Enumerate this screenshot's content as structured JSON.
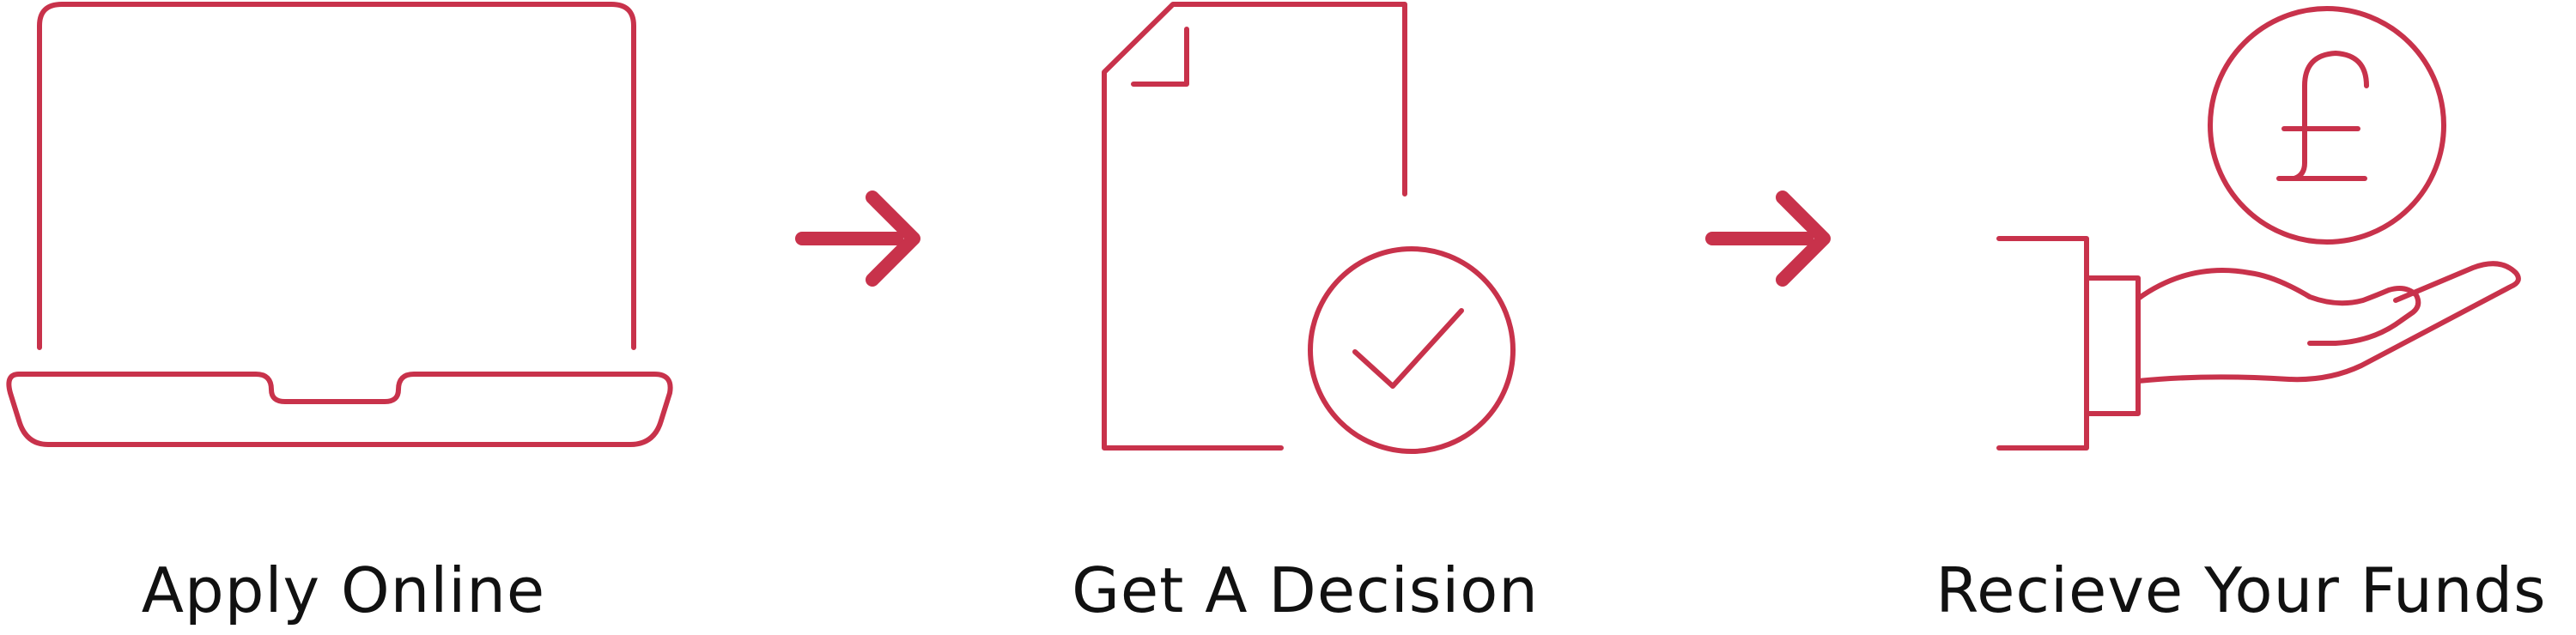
{
  "steps": [
    {
      "label": "Apply Online",
      "icon": "laptop-icon"
    },
    {
      "label": "Get A Decision",
      "icon": "document-check-icon"
    },
    {
      "label": "Recieve Your Funds",
      "icon": "hand-pound-coin-icon"
    }
  ],
  "connectors": [
    {
      "icon": "arrow-right-icon"
    },
    {
      "icon": "arrow-right-icon"
    }
  ],
  "coin_symbol": "£",
  "colors": {
    "accent": "#c8324b",
    "text": "#111111",
    "background": "#ffffff"
  }
}
